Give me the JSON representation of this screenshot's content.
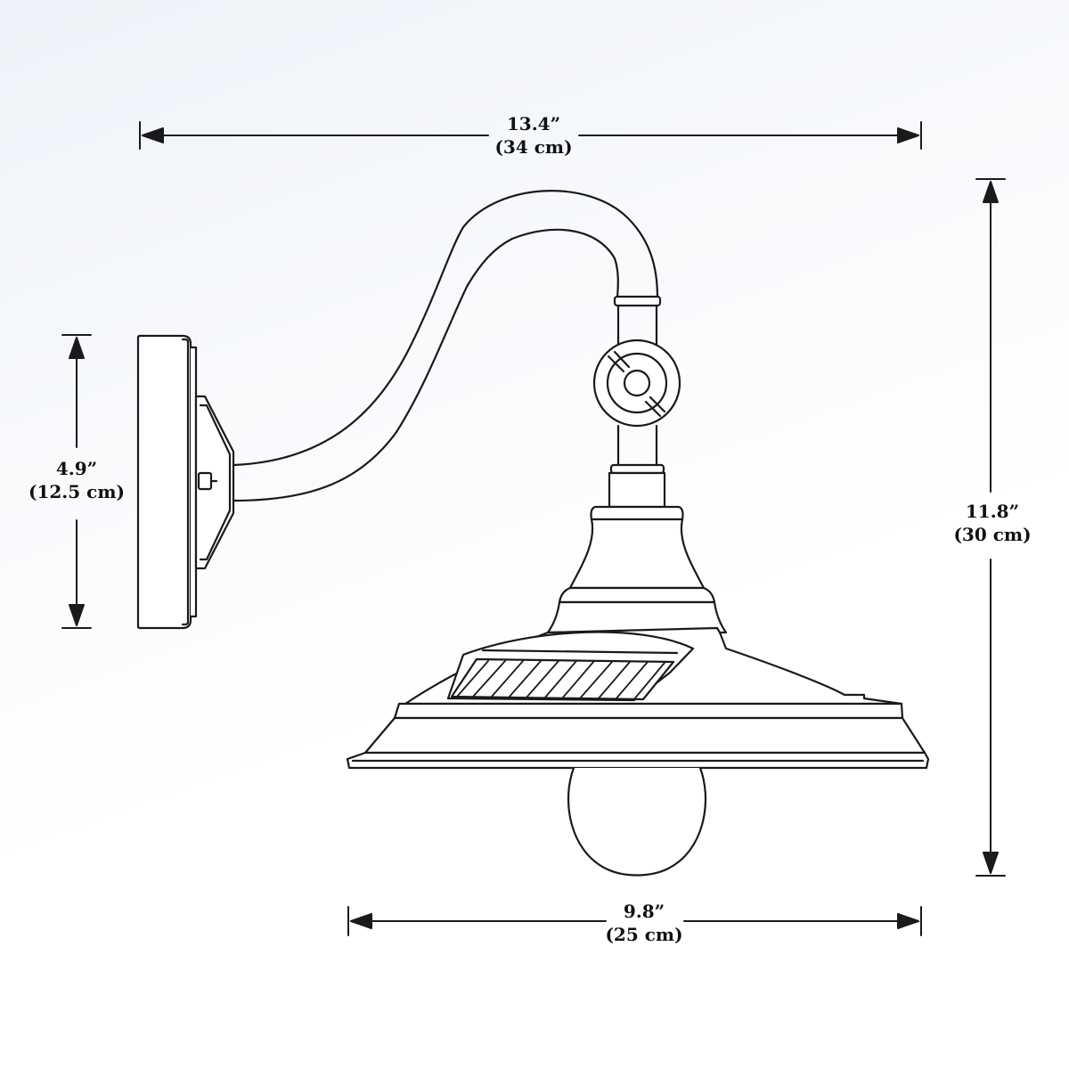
{
  "dimensions": {
    "overall_width": {
      "imperial": "13.4”",
      "metric": "(34 cm)"
    },
    "overall_height": {
      "imperial": "11.8”",
      "metric": "(30 cm)"
    },
    "backplate_height": {
      "imperial": "4.9”",
      "metric": "(12.5 cm)"
    },
    "shade_diameter": {
      "imperial": "9.8”",
      "metric": "(25 cm)"
    }
  },
  "colors": {
    "line": "#1a1a1a",
    "background_top": "#eef2f8",
    "background_bottom": "#ffffff"
  }
}
